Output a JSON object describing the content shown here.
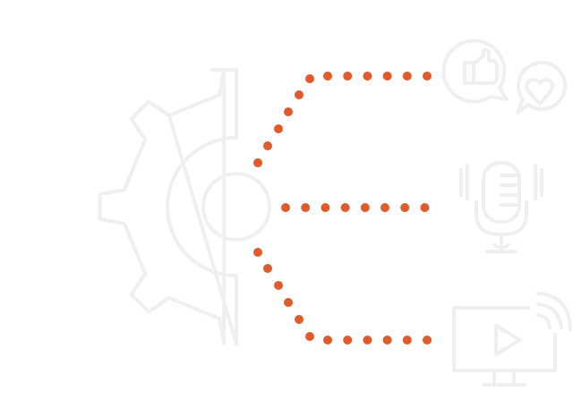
{
  "colors": {
    "dots": "#e05a2b",
    "outline": "#efefef",
    "background": "#ffffff"
  },
  "icons": [
    "gear-icon",
    "social-reactions-icon",
    "podcast-microphone-icon",
    "video-streaming-icon"
  ],
  "branches": [
    "top",
    "middle",
    "bottom"
  ]
}
